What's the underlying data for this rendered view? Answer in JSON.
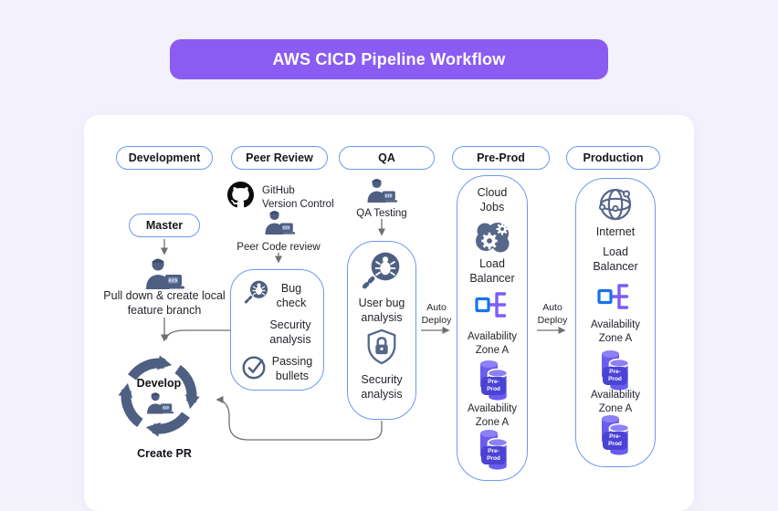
{
  "title": "AWS CICD Pipeline Workflow",
  "stages": {
    "development": {
      "label": "Development",
      "master": "Master",
      "pull_branch": "Pull down & create local feature branch",
      "develop": "Develop",
      "create_pr": "Create PR"
    },
    "peer_review": {
      "label": "Peer Review",
      "github_title": "GitHub",
      "github_subtitle": "Version Control",
      "peer_code_review": "Peer Code review",
      "bug_check": "Bug check",
      "security_analysis": "Security analysis",
      "passing_bullets": "Passing bullets"
    },
    "qa": {
      "label": "QA",
      "qa_testing": "QA Testing",
      "user_bug_analysis": "User bug analysis",
      "security_analysis": "Security analysis"
    },
    "pre_prod": {
      "label": "Pre-Prod",
      "cloud_jobs": "Cloud Jobs",
      "load_balancer": "Load Balancer",
      "availability_zone": "Availability Zone A",
      "db_label": "Pre-Prod"
    },
    "production": {
      "label": "Production",
      "internet": "Internet",
      "load_balancer": "Load Balancer",
      "availability_zone": "Availability Zone A",
      "db_label": "Pre-Prod"
    }
  },
  "connectors": {
    "auto_deploy": "Auto Deploy"
  },
  "icons": [
    "github-icon",
    "developer-icon",
    "bug-search-icon",
    "check-circle-icon",
    "shield-lock-icon",
    "cycle-arrows-icon",
    "gears-icon",
    "globe-icon",
    "load-balancer-icon",
    "database-icon"
  ],
  "colors": {
    "background": "#f3f1fc",
    "header_bg": "#8a5cf2",
    "pill_border": "#6b9af0",
    "slate_icon": "#4e5f82",
    "slate_outline": "#56678a",
    "connector_gray": "#6f6f6f",
    "db_purple": "#6a5cee",
    "db_badge": "#4a43d4",
    "lb_blue": "#1a73e8",
    "lb_purple": "#7e5cf8"
  }
}
